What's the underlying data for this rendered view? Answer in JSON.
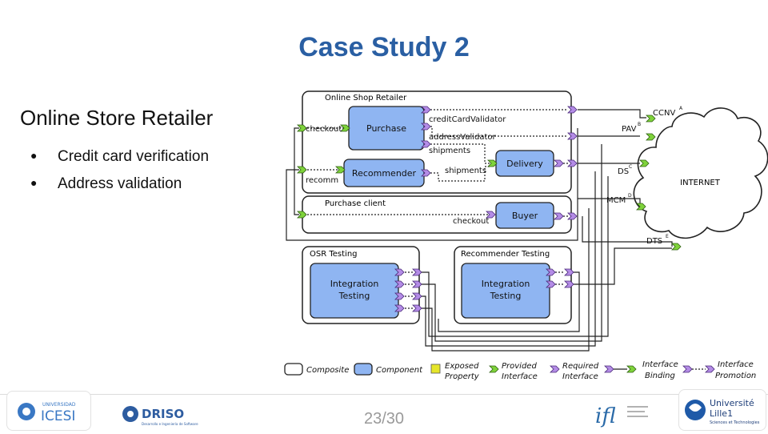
{
  "slide": {
    "title": "Case Study 2",
    "subtitle": "Online Store Retailer",
    "bullets": [
      "Credit card verification",
      "Address validation"
    ],
    "page": "23/30"
  },
  "diagram": {
    "composites": {
      "online_shop": "Online Shop Retailer",
      "purchase_client": "Purchase client",
      "osr_testing": "OSR Testing",
      "recommender_testing": "Recommender Testing"
    },
    "components": {
      "purchase": "Purchase",
      "recommender": "Recommender",
      "delivery": "Delivery",
      "buyer": "Buyer",
      "integration_testing_1": [
        "Integration",
        "Testing"
      ],
      "integration_testing_2": [
        "Integration",
        "Testing"
      ],
      "internet": "INTERNET"
    },
    "labels": {
      "checkout_in": "checkout",
      "recomm": "recomm",
      "credit_card_validator": "creditCardValidator",
      "address_validator": "addressValidator",
      "shipments_1": "shipments",
      "shipments_2": "shipments",
      "checkout_out": "checkout"
    },
    "services": {
      "ccnv": "CCNV",
      "ccnv_sup": "A",
      "pav": "PAV",
      "pav_sup": "B",
      "ds": "DS",
      "ds_sup": "C",
      "mcm": "MCM",
      "mcm_sup": "D",
      "dts": "DTS",
      "dts_sup": "E"
    },
    "legend": {
      "composite": "Composite",
      "component": "Component",
      "exposed": [
        "Exposed",
        "Property"
      ],
      "provided": [
        "Provided",
        "Interface"
      ],
      "required": [
        "Required",
        "Interface"
      ],
      "binding": [
        "Interface",
        "Binding"
      ],
      "promotion": [
        "Interface",
        "Promotion"
      ]
    },
    "colors": {
      "component_fill": "#8fb5f2",
      "provided": "#7fd33b",
      "required": "#b48ce6",
      "exposed": "#e6e62a",
      "title": "#2a5fa3"
    }
  },
  "logos": {
    "icesi_top": "UNIVERSIDAD",
    "icesi": "ICESI",
    "driso": "DRISO",
    "driso_sub": "Desarrollo e Ingeniería de Software",
    "ifl": "ifl",
    "lille_1": "Université",
    "lille_2": "Lille1",
    "lille_3": "Sciences et Technologies"
  }
}
